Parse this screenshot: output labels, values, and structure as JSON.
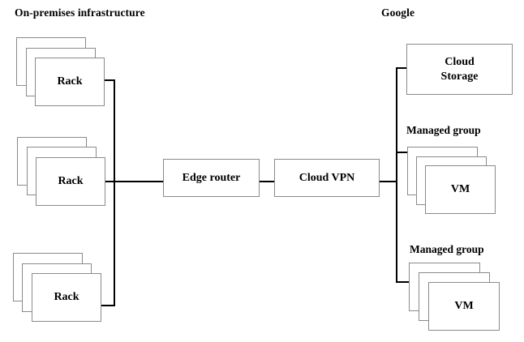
{
  "diagram": {
    "title_left": "On-premises infrastructure",
    "title_right": "Google",
    "onprem": {
      "racks": [
        {
          "label": "Rack"
        },
        {
          "label": "Rack"
        },
        {
          "label": "Rack"
        }
      ],
      "edge_router": {
        "label": "Edge router"
      }
    },
    "cloud": {
      "vpn": {
        "label": "Cloud VPN"
      },
      "storage": {
        "label": "Cloud\nStorage"
      },
      "managed_groups": [
        {
          "label": "Managed group",
          "vm_label": "VM"
        },
        {
          "label": "Managed group",
          "vm_label": "VM"
        }
      ]
    },
    "colors": {
      "line": "#000000",
      "box_border": "#8a8a8a",
      "background": "#ffffff",
      "text": "#000000"
    }
  }
}
